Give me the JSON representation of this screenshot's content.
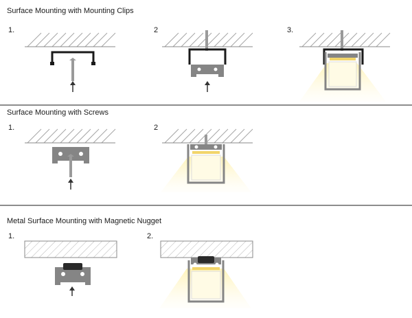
{
  "sections": [
    {
      "title": "Surface Mounting with Mounting Clips",
      "steps": [
        {
          "label": "1."
        },
        {
          "label": "2"
        },
        {
          "label": "3."
        }
      ]
    },
    {
      "title": "Surface Mounting with Screws",
      "steps": [
        {
          "label": "1."
        },
        {
          "label": "2"
        }
      ]
    },
    {
      "title": "Metal Surface Mounting with Magnetic Nugget",
      "steps": [
        {
          "label": "1."
        },
        {
          "label": "2."
        }
      ]
    }
  ],
  "colors": {
    "profile": "#858585",
    "clip": "#1a1a1a",
    "hatch": "#9a9a9a",
    "light": "#fff3b8",
    "arrow": "#333333"
  }
}
